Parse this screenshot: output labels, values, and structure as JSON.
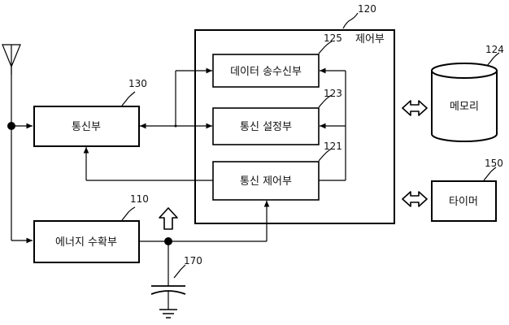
{
  "blocks": {
    "controller": {
      "label": "제어부",
      "ref": "120"
    },
    "data_transceiver": {
      "label": "데이터 송수신부",
      "ref": "125"
    },
    "comm_setting": {
      "label": "통신 설정부",
      "ref": "123"
    },
    "comm_control": {
      "label": "통신 제어부",
      "ref": "121"
    },
    "comm_unit": {
      "label": "통신부",
      "ref": "130"
    },
    "energy_harvester": {
      "label": "에너지 수확부",
      "ref": "110"
    },
    "memory": {
      "label": "메모리",
      "ref": "124"
    },
    "timer": {
      "label": "타이머",
      "ref": "150"
    },
    "capacitor": {
      "ref": "170"
    }
  }
}
